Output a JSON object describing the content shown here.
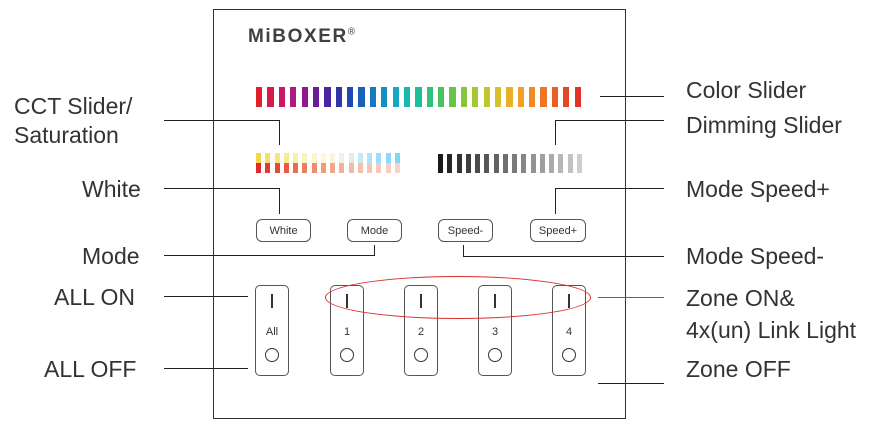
{
  "brand": {
    "logo_text": "MiBOXER",
    "mark": "®"
  },
  "labels": {
    "cct_slider_line1": "CCT Slider/",
    "cct_slider_line2": "Saturation",
    "white": "White",
    "mode": "Mode",
    "all_on": "ALL ON",
    "all_off": "ALL OFF",
    "color_slider": "Color Slider",
    "dimming_slider": "Dimming Slider",
    "mode_speed_plus": "Mode Speed+",
    "mode_speed_minus": "Mode Speed-",
    "zone_on_line1": "Zone ON&",
    "zone_on_line2": "4x(un) Link Light",
    "zone_off": "Zone OFF"
  },
  "buttons": {
    "white": "White",
    "mode": "Mode",
    "speed_minus": "Speed-",
    "speed_plus": "Speed+"
  },
  "keys": [
    {
      "name": "All",
      "on_symbol": "I"
    },
    {
      "name": "1",
      "on_symbol": "I"
    },
    {
      "name": "2",
      "on_symbol": "I"
    },
    {
      "name": "3",
      "on_symbol": "I"
    },
    {
      "name": "4",
      "on_symbol": "I"
    }
  ],
  "colors": {
    "line": "#222222",
    "highlight": "#d9302c",
    "color_slider": [
      "#e0202a",
      "#d81a4a",
      "#c81868",
      "#b01a80",
      "#8f1a90",
      "#6a1d98",
      "#4a25a0",
      "#3035a8",
      "#2048b0",
      "#1a60b8",
      "#1878c0",
      "#1590c4",
      "#14a6c2",
      "#16b8b0",
      "#1cc096",
      "#2ec27a",
      "#48c25e",
      "#66c448",
      "#86c63a",
      "#a4c832",
      "#c0c62e",
      "#d6c02c",
      "#e6b02a",
      "#eea028",
      "#f08c26",
      "#ee7624",
      "#ea5e24",
      "#e64826",
      "#e23228"
    ],
    "cct_top": [
      "#f5d74f",
      "#f7df6a",
      "#f8e580",
      "#f9ea96",
      "#fbefaa",
      "#fcf2bc",
      "#fdf4cc",
      "#fef6d8",
      "#fbf5df",
      "#eef3e4",
      "#dcefea",
      "#c6eaef",
      "#b0e4f2",
      "#9cdff4",
      "#8cd9f4",
      "#80d4f4"
    ],
    "cct_bottom": [
      "#e02a2c",
      "#e23a34",
      "#e44a3c",
      "#e65a46",
      "#e86c52",
      "#ea7e60",
      "#ec8e6e",
      "#ee9c7c",
      "#f0a88a",
      "#f2b298",
      "#f3baa4",
      "#f4c0ae",
      "#f5c6b6",
      "#f6cabe",
      "#f7cec4",
      "#f8d2c8"
    ],
    "dimming": [
      "#1a1a1a",
      "#262626",
      "#323232",
      "#3e3e3e",
      "#4a4a4a",
      "#565656",
      "#626262",
      "#6e6e6e",
      "#7a7a7a",
      "#868686",
      "#929292",
      "#9e9e9e",
      "#aaaaaa",
      "#b6b6b6",
      "#c2c2c2",
      "#cecece"
    ]
  }
}
